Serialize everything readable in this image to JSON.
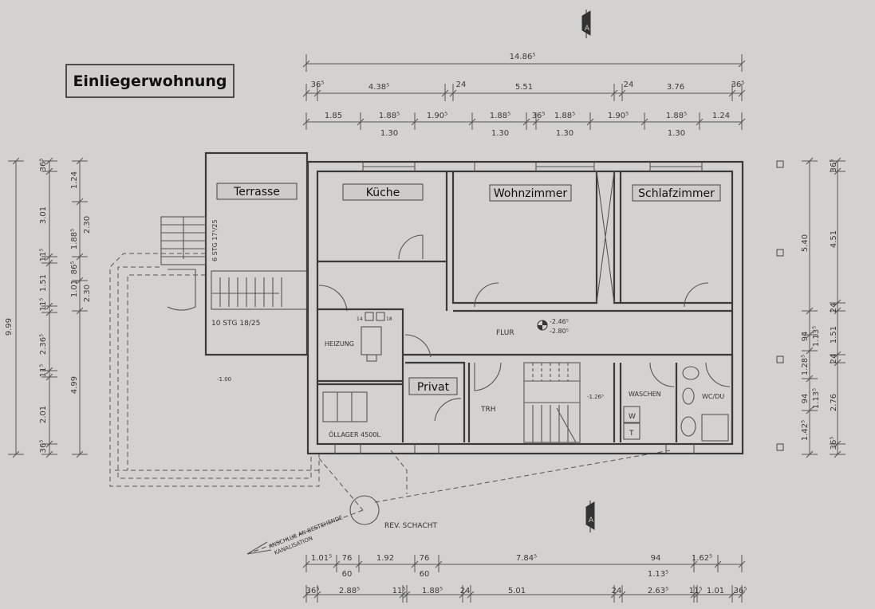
{
  "title": "Einliegerwohnung",
  "rooms": {
    "terrasse": "Terrasse",
    "kueche": "Küche",
    "wohnzimmer": "Wohnzimmer",
    "schlafzimmer": "Schlafzimmer",
    "privat": "Privat",
    "flur": "FLUR",
    "heizung": "HEIZUNG",
    "oellager": "ÖLLAGER 4500L",
    "trh": "TRH",
    "waschen": "WASCHEN",
    "wcdu": "WC/DU"
  },
  "annotations": {
    "stairs_terrace": "6 STG 17⁵/25",
    "stairs_entry": "10 STG 18/25",
    "level_flur_top": "-2.46⁵",
    "level_flur_bottom": "-2.80⁵",
    "level_trh": "-1.26⁵",
    "level_outside": "-1.00",
    "heizung_14": "14",
    "heizung_18": "18",
    "washer": "W",
    "dryer": "T",
    "rev_schacht": "REV. SCHACHT",
    "anschluss_1": "ANSCHLUß AN BESTEHENDE",
    "anschluss_2": "KANALISATION",
    "section_marker": "A"
  },
  "dimensions": {
    "top_total": [
      "14.86⁵"
    ],
    "top_row2": [
      "36⁵",
      "4.38⁵",
      "24",
      "5.51",
      "24",
      "3.76",
      "36⁵"
    ],
    "top_row3": [
      "1.85",
      "1.88⁵",
      "1.90⁵",
      "1.88⁵",
      "36⁵",
      "1.88⁵",
      "1.90⁵",
      "1.88⁵",
      "1.24"
    ],
    "top_row3_sub": [
      "1.30",
      "1.30",
      "1.30",
      "1.30"
    ],
    "bottom_row1": [
      "1.01⁵",
      "76",
      "1.92",
      "76",
      "7.84⁵",
      "94",
      "1.62⁵"
    ],
    "bottom_row1_sub": [
      "60",
      "60",
      "1.13⁵"
    ],
    "bottom_row2": [
      "36⁵",
      "2.88⁵",
      "11⁵",
      "1.88⁵",
      "24",
      "5.01",
      "24",
      "2.63⁵",
      "11⁵",
      "1.01",
      "36⁵"
    ],
    "left_total": [
      "9.99"
    ],
    "left_col1": [
      "36⁵",
      "3.01",
      "11⁵",
      "1.51",
      "11⁵",
      "2.36⁵",
      "11⁵",
      "2.01",
      "36⁵"
    ],
    "left_col2": [
      "1.24",
      "1.88⁵",
      "86⁵",
      "1.01",
      "4.99"
    ],
    "left_col3": [
      "2.30",
      "2.30"
    ],
    "right_col1": [
      "5.40",
      "94",
      "1.13⁵",
      "1.28⁵",
      "94",
      "1.13⁵",
      "1.42⁵"
    ],
    "right_col2": [
      "36⁵",
      "4.51",
      "24",
      "1.51",
      "24",
      "2.76",
      "36⁵"
    ]
  }
}
